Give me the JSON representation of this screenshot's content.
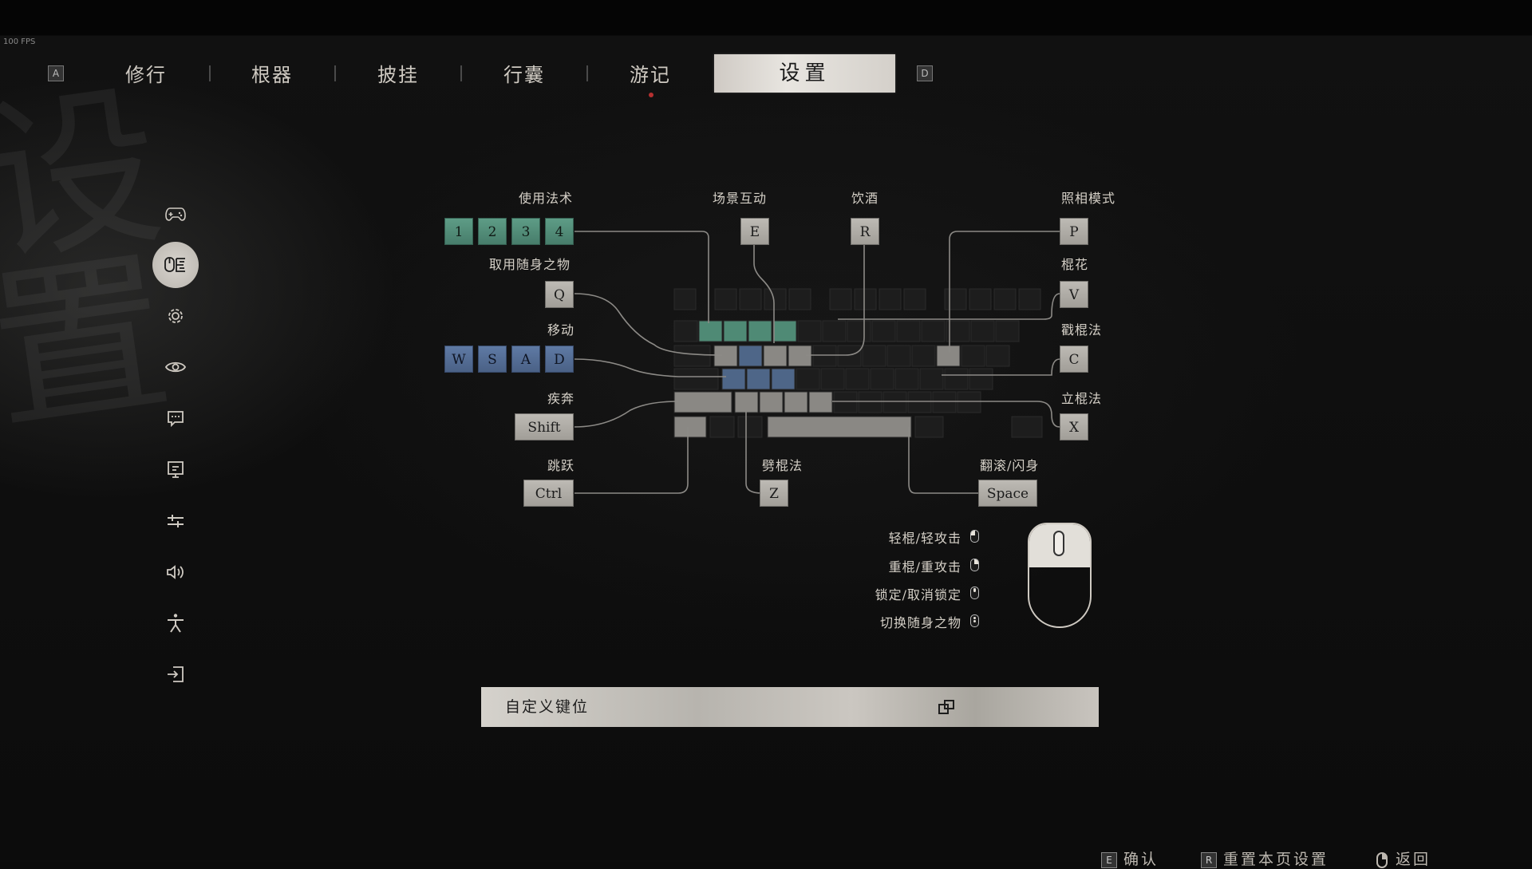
{
  "fps": "100 FPS",
  "tabs": {
    "prev_key": "A",
    "next_key": "D",
    "items": [
      "修行",
      "根器",
      "披挂",
      "行囊",
      "游记"
    ],
    "active": "设置"
  },
  "background_glyphs": [
    "设",
    "置"
  ],
  "sidebar": [
    {
      "name": "gamepad-icon"
    },
    {
      "name": "keyboard-icon",
      "active": true
    },
    {
      "name": "settings-icon"
    },
    {
      "name": "eye-icon"
    },
    {
      "name": "chat-icon"
    },
    {
      "name": "monitor-icon"
    },
    {
      "name": "sliders-icon"
    },
    {
      "name": "speaker-icon"
    },
    {
      "name": "accessibility-icon"
    },
    {
      "name": "exit-icon"
    }
  ],
  "bindings": {
    "spells": {
      "label": "使用法术",
      "keys": [
        "1",
        "2",
        "3",
        "4"
      ]
    },
    "interact": {
      "label": "场景互动",
      "key": "E"
    },
    "drink": {
      "label": "饮酒",
      "key": "R"
    },
    "photo": {
      "label": "照相模式",
      "key": "P"
    },
    "item": {
      "label": "取用随身之物",
      "key": "Q"
    },
    "flower": {
      "label": "棍花",
      "key": "V"
    },
    "move": {
      "label": "移动",
      "keys": [
        "W",
        "S",
        "A",
        "D"
      ]
    },
    "smash": {
      "label": "戳棍法",
      "key": "C"
    },
    "sprint": {
      "label": "疾奔",
      "key": "Shift"
    },
    "stance": {
      "label": "立棍法",
      "key": "X"
    },
    "jump": {
      "label": "跳跃",
      "key": "Ctrl"
    },
    "pillar": {
      "label": "劈棍法",
      "key": "Z"
    },
    "dodge": {
      "label": "翻滚/闪身",
      "key": "Space"
    }
  },
  "mouse": [
    {
      "label": "轻棍/轻攻击",
      "button": "left"
    },
    {
      "label": "重棍/重攻击",
      "button": "right"
    },
    {
      "label": "锁定/取消锁定",
      "button": "middle"
    },
    {
      "label": "切换随身之物",
      "button": "scroll"
    }
  ],
  "custom_bar": {
    "label": "自定义键位"
  },
  "bottom_hints": [
    {
      "key": "E",
      "label": "确认"
    },
    {
      "key": "R",
      "label": "重置本页设置"
    },
    {
      "key": "",
      "label": "返回",
      "icon": "mouse-right-icon"
    }
  ],
  "colors": {
    "spell_green": "#5e9c86",
    "move_blue": "#5f7aa4",
    "key_grey": "#bdbab4"
  }
}
